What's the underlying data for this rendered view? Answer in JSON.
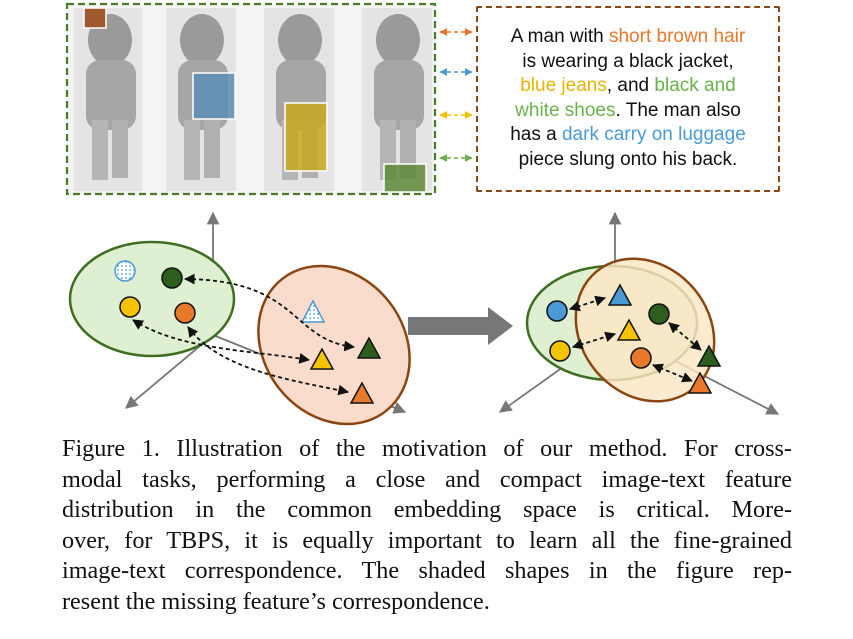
{
  "description": {
    "lines": [
      [
        {
          "t": "A man with ",
          "c": ""
        },
        {
          "t": "short brown hair",
          "c": "c-orange"
        }
      ],
      [
        {
          "t": "is wearing a black jacket,",
          "c": ""
        }
      ],
      [
        {
          "t": "blue jeans",
          "c": "c-yellow"
        },
        {
          "t": ", and ",
          "c": ""
        },
        {
          "t": "black and",
          "c": "c-green"
        }
      ],
      [
        {
          "t": "white shoes",
          "c": "c-green"
        },
        {
          "t": ". The man also",
          "c": ""
        }
      ],
      [
        {
          "t": "has a ",
          "c": ""
        },
        {
          "t": "dark carry on luggage",
          "c": "c-blue"
        }
      ],
      [
        {
          "t": "piece slung onto his back.",
          "c": ""
        }
      ]
    ]
  },
  "caption": {
    "lines": [
      "Figure 1. Illustration of the motivation of our method.  For cross-",
      "modal tasks, performing a close and compact image-text feature",
      "distribution in the common embedding space is critical.  More-",
      "over, for TBPS, it is equally important to learn all the fine-grained",
      "image-text correspondence. The shaded shapes in the figure rep-",
      "resent the missing feature’s correspondence."
    ]
  },
  "colors": {
    "orange": "#e8782a",
    "yellow": "#f3c300",
    "green": "#6ab04c",
    "dark_green": "#2e5e1e",
    "blue": "#4a9ad6",
    "image_box_border": "#4a7a2a",
    "text_box_border": "#8b4513"
  }
}
